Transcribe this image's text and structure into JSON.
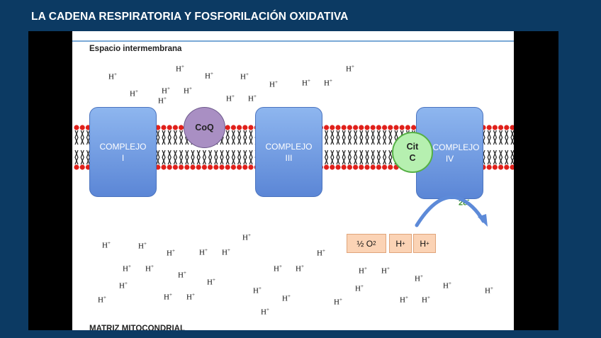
{
  "header": {
    "title": "LA CADENA RESPIRATORIA Y FOSFORILACIÓN OXIDATIVA"
  },
  "regions": {
    "top": "Espacio intermembrana",
    "bottom": "MATRIZ MITOCONDRIAL"
  },
  "proton": {
    "base": "H",
    "charge": "+"
  },
  "complexes": [
    {
      "line1": "COMPLEJO",
      "line2": "I"
    },
    {
      "line1": "COMPLEJO",
      "line2": "III"
    },
    {
      "line1": "COMPLEJO",
      "line2": "IV"
    }
  ],
  "carriers": {
    "coq": "CoQ",
    "citc": {
      "line1": "Cit",
      "line2": "C"
    }
  },
  "reaction": {
    "oxygen": {
      "prefix": "½ O",
      "sub": "2"
    },
    "proton": "H",
    "charge": "+"
  },
  "electron": {
    "text": "2e",
    "charge": "-"
  },
  "colors": {
    "background": "#0c3a63",
    "complex": "#6f99e2",
    "coq": "#a98fc3",
    "citc": "#b6f0b0",
    "lipid_head": "#e0201b",
    "arrow": "#5d8ad8",
    "reaction_box": "#fbd3b5"
  }
}
